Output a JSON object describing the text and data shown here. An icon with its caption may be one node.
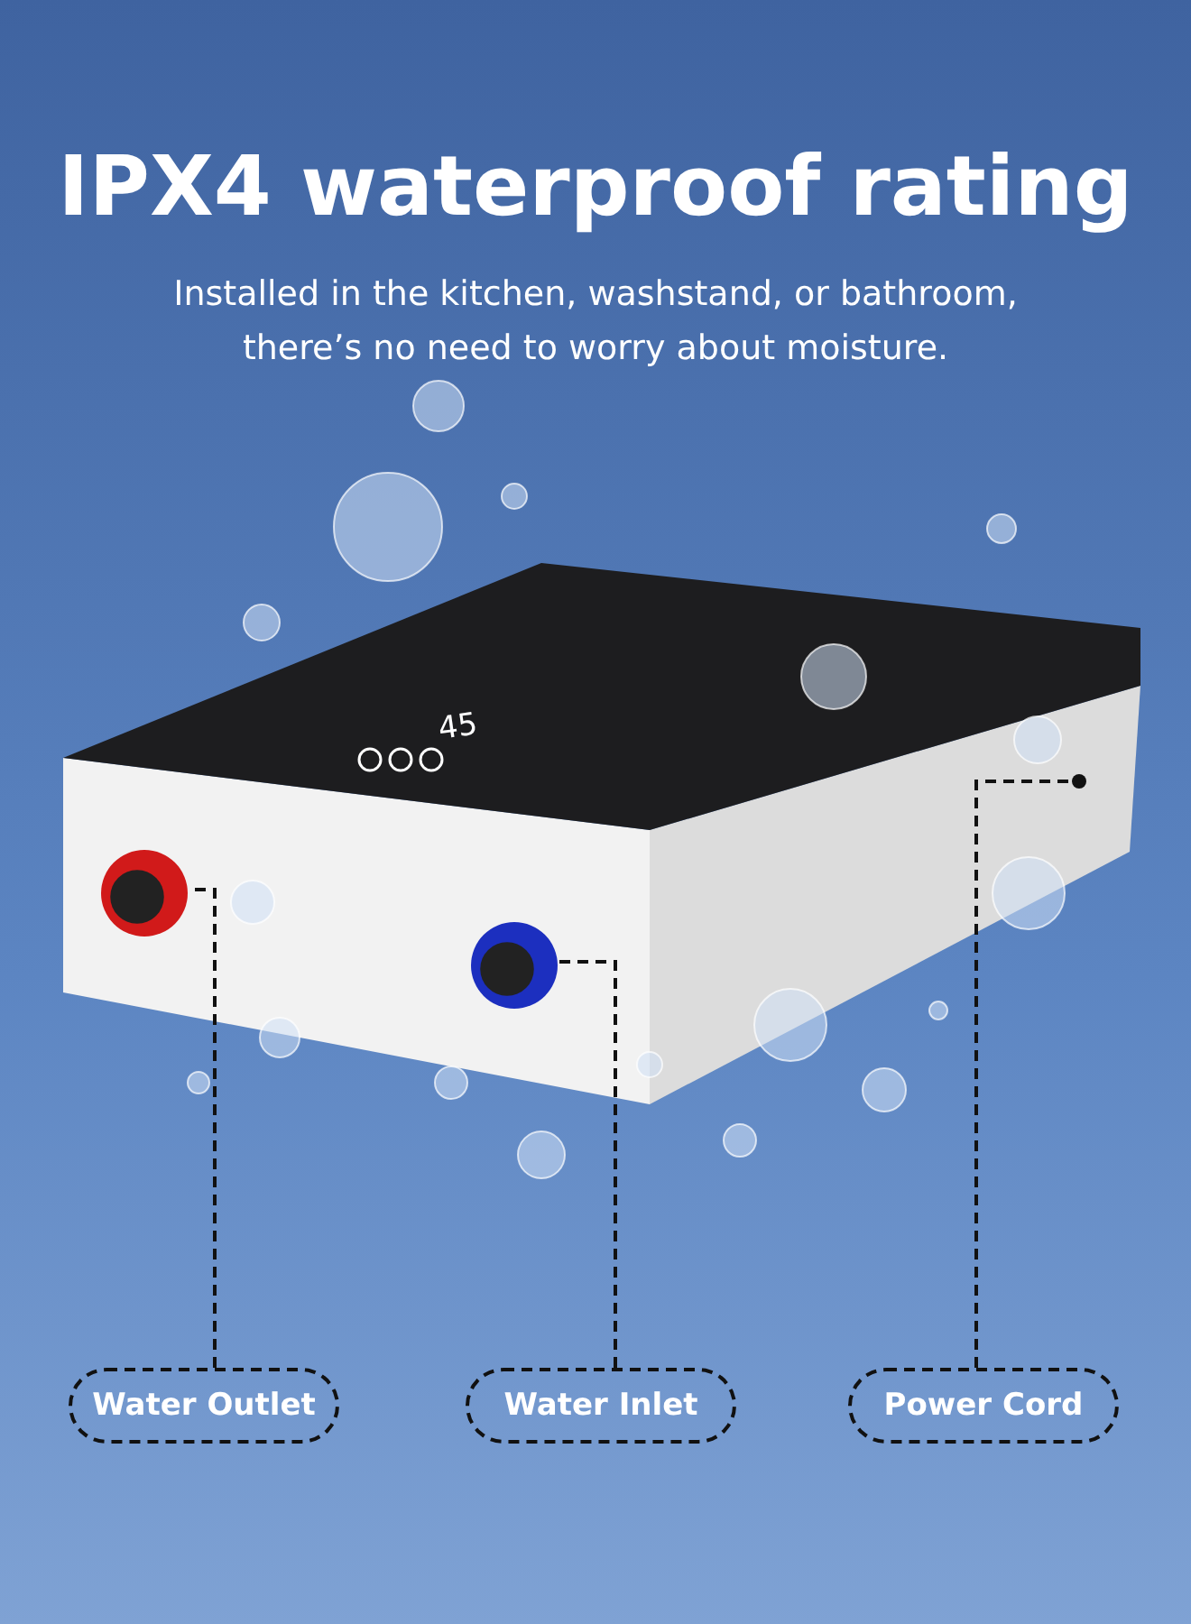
{
  "diagram": {
    "title": "IPX4 waterproof rating",
    "nodes": [
      {
        "text": [
          "Water Outlet"
        ]
      },
      {
        "text": [
          "Water Inlet"
        ]
      },
      {
        "text": [
          "Power Cord"
        ]
      },
      {
        "text": [],
        "shape": "picture"
      },
      {
        "text": [],
        "shape": "picture"
      },
      {
        "text": [],
        "shape": "circle"
      }
    ],
    "edges": [
      {
        "from": 0,
        "to": 3,
        "arrow": "none",
        "style": "dashed"
      },
      {
        "from": 1,
        "to": 4,
        "arrow": "none",
        "style": "dashed"
      },
      {
        "from": 2,
        "to": 5,
        "arrow": "none",
        "style": "dashed"
      }
    ],
    "labels": [
      "Installed in the kitchen, washstand, or bathroom, there’s no need to worry about moisture.",
      "45"
    ]
  }
}
